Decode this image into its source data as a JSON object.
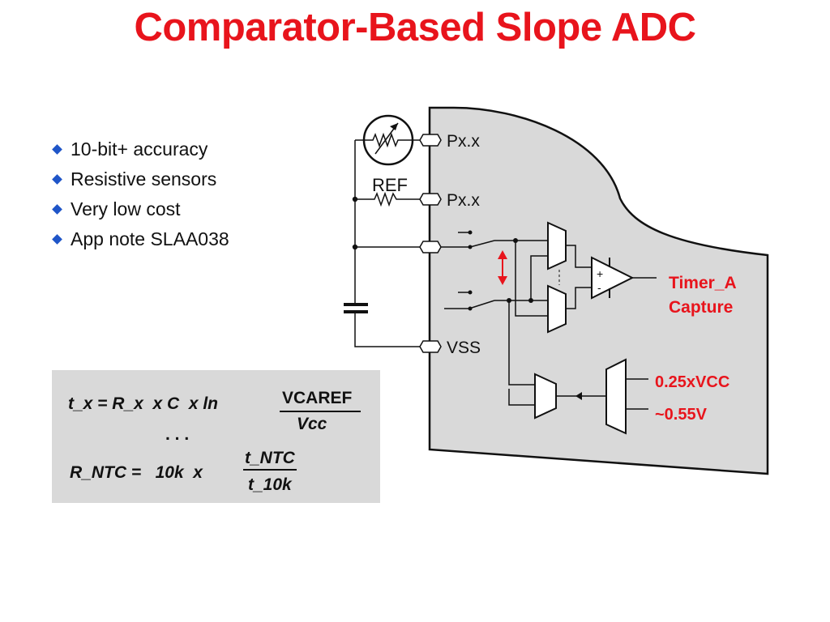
{
  "title": "Comparator-Based Slope ADC",
  "bullets": [
    {
      "label": "10-bit+ accuracy"
    },
    {
      "label": "Resistive sensors"
    },
    {
      "label": "Very low cost"
    },
    {
      "label": "App note SLAA038"
    }
  ],
  "colors": {
    "title": "#e8141c",
    "bullet": "#1f55c8",
    "accent_text": "#e8141c",
    "arrow": "#e8141c",
    "chip_fill": "#d9d9d9"
  },
  "circuit": {
    "pin1": "Px.x",
    "pin2": "Px.x",
    "pin_vss": "VSS",
    "ref_label": "REF",
    "comp_plus": "+",
    "comp_minus": "-",
    "timer_line1": "Timer_A",
    "timer_line2": "Capture",
    "vref1": "0.25xVCC",
    "vref2": "~0.55V"
  },
  "formulas": {
    "f1_lhs": "t_x = R_x  x C  x ln",
    "f1_num": "VCAREF",
    "f1_den": "Vcc",
    "dots": ". . .",
    "f2_lhs": "R_NTC =   10k  x",
    "f2_num": "t_NTC",
    "f2_den": "t_10k"
  }
}
